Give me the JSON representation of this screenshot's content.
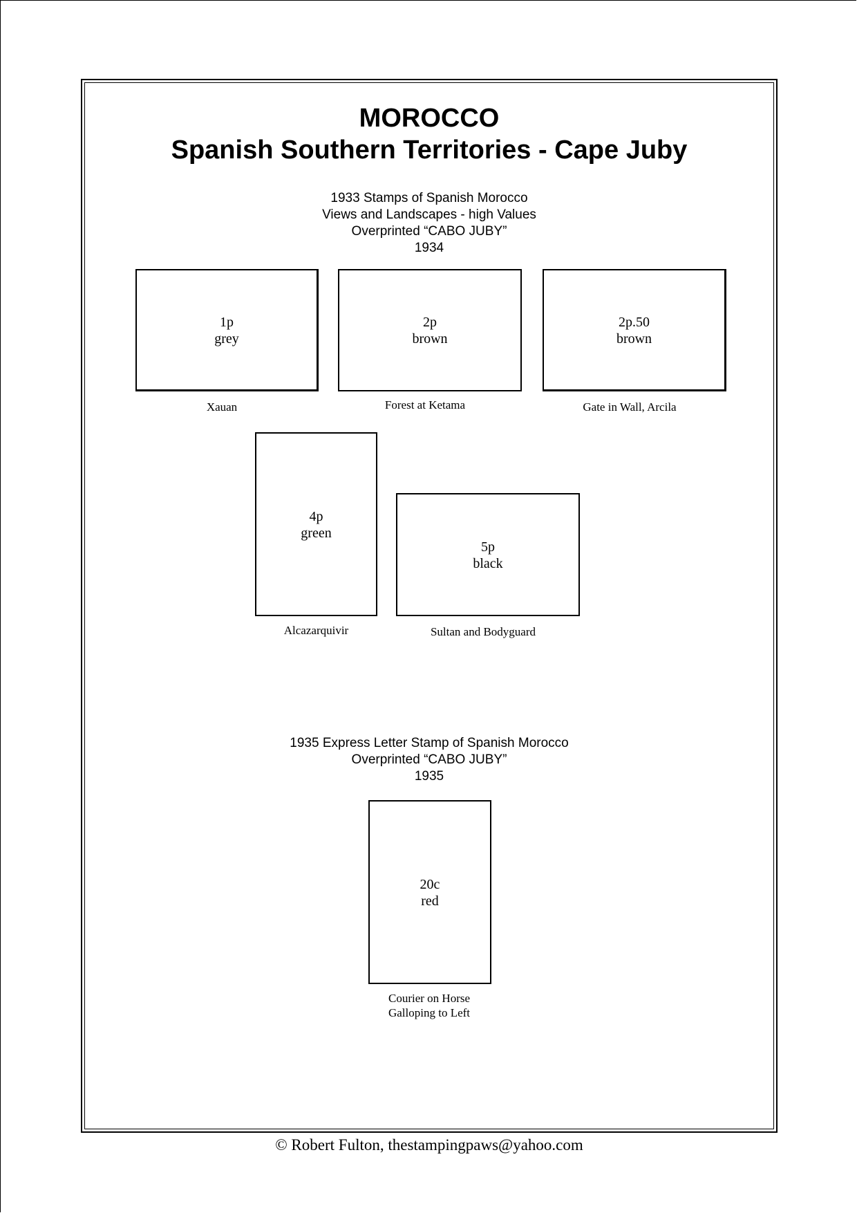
{
  "page": {
    "title": "MOROCCO",
    "subtitle": "Spanish Southern Territories - Cape Juby"
  },
  "sections": [
    {
      "heading_lines": [
        "1933 Stamps of Spanish Morocco",
        "Views and Landscapes - high Values",
        "Overprinted “CABO JUBY”",
        "1934"
      ],
      "stamps": [
        {
          "value": "1p",
          "color": "grey",
          "caption": "Xauan"
        },
        {
          "value": "2p",
          "color": "brown",
          "caption": "Forest at Ketama"
        },
        {
          "value": "2p.50",
          "color": "brown",
          "caption": "Gate in Wall, Arcila"
        },
        {
          "value": "4p",
          "color": "green",
          "caption": "Alcazarquivir"
        },
        {
          "value": "5p",
          "color": "black",
          "caption": "Sultan and Bodyguard"
        }
      ]
    },
    {
      "heading_lines": [
        "1935 Express Letter Stamp of Spanish Morocco",
        "Overprinted “CABO JUBY”",
        "1935"
      ],
      "stamps": [
        {
          "value": "20c",
          "color": "red",
          "caption_lines": [
            "Courier on Horse",
            "Galloping to Left"
          ]
        }
      ]
    }
  ],
  "footer": {
    "copyright": "©  Robert Fulton, thestampingpaws@yahoo.com"
  }
}
